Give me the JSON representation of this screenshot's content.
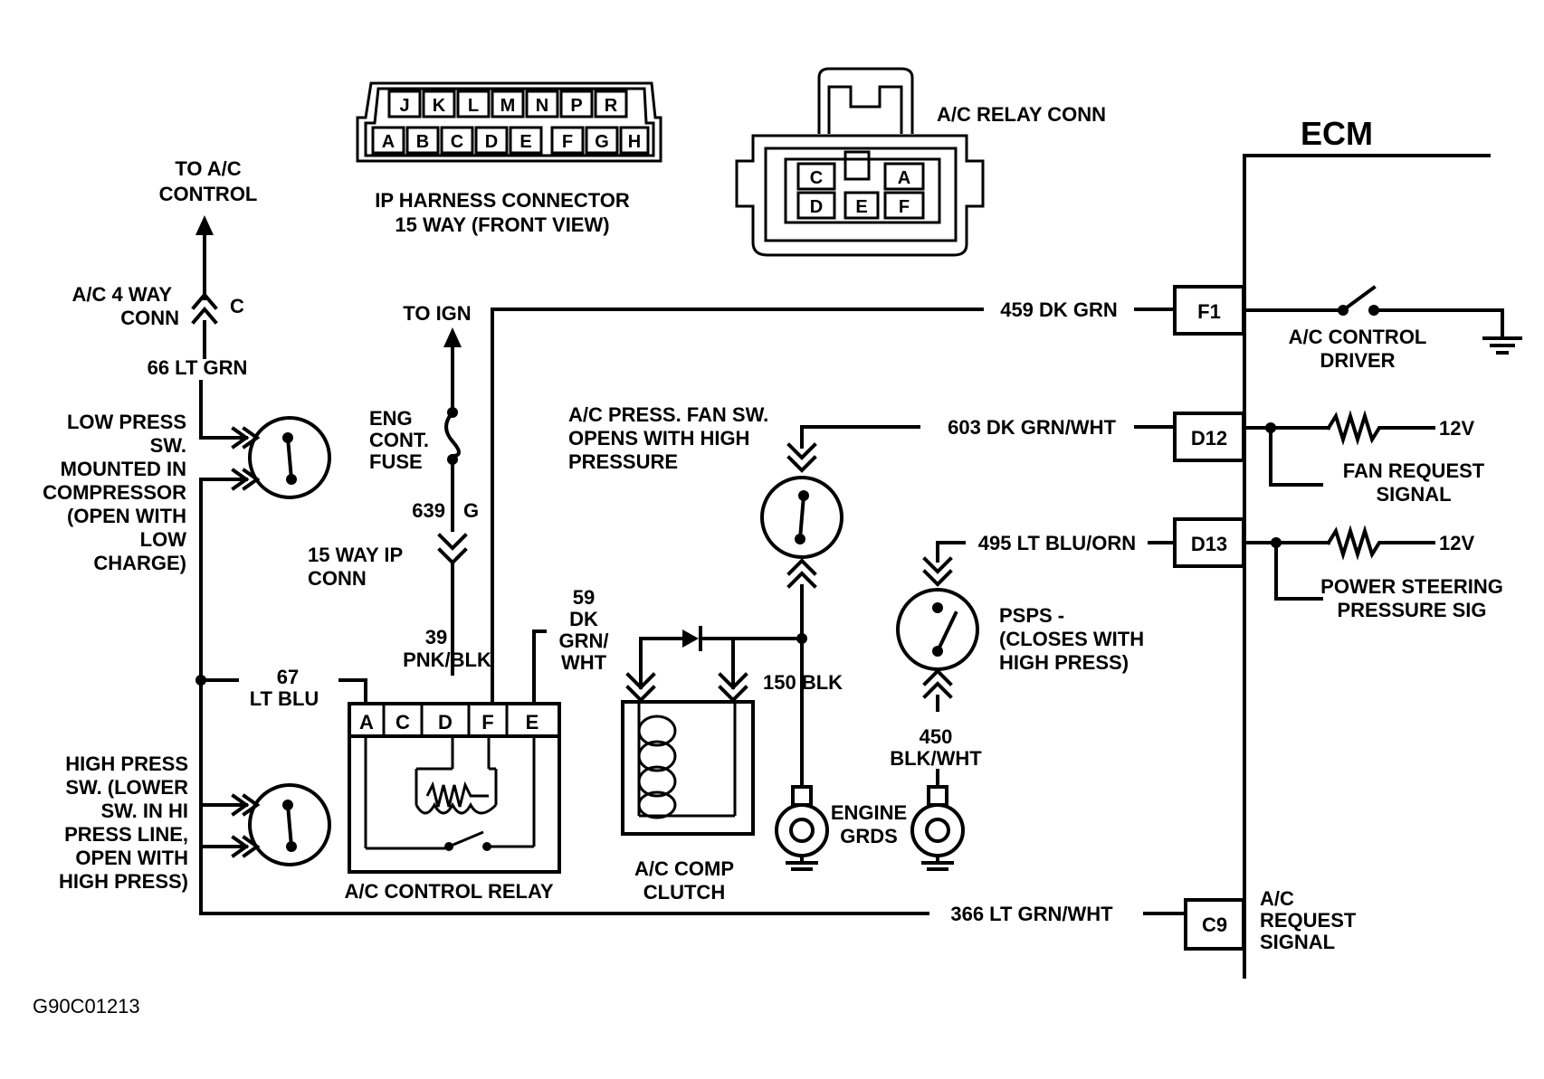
{
  "labels": {
    "ecm": "ECM",
    "to_ac_control": [
      "TO A/C",
      "CONTROL"
    ],
    "ac_4way_conn": [
      "A/C 4 WAY",
      "CONN"
    ],
    "conn_c": "C",
    "wire_66": "66 LT GRN",
    "low_press_sw": [
      "LOW PRESS",
      "SW.",
      "MOUNTED IN",
      "COMPRESSOR",
      "(OPEN WITH",
      "LOW",
      "CHARGE)"
    ],
    "high_press_sw": [
      "HIGH PRESS",
      "SW. (LOWER",
      "SW. IN HI",
      "PRESS LINE,",
      "OPEN WITH",
      "HIGH PRESS)"
    ],
    "to_ign": "TO IGN",
    "eng_cont_fuse": [
      "ENG",
      "CONT.",
      "FUSE"
    ],
    "wire_639": "639",
    "wire_639_color": "G",
    "way15_ip_conn": [
      "15 WAY IP",
      "CONN"
    ],
    "wire_39": [
      "39",
      "PNK/BLK"
    ],
    "wire_67": [
      "67",
      "LT BLU"
    ],
    "wire_59": [
      "59",
      "DK",
      "GRN/",
      "WHT"
    ],
    "relay_pins": [
      "A",
      "C",
      "D",
      "F",
      "E"
    ],
    "ac_control_relay": "A/C CONTROL RELAY",
    "ac_comp_clutch": [
      "A/C COMP",
      "CLUTCH"
    ],
    "ac_press_fan_sw": [
      "A/C PRESS. FAN SW.",
      "OPENS WITH HIGH",
      "PRESSURE"
    ],
    "wire_150": "150 BLK",
    "engine_grds": [
      "ENGINE",
      "GRDS"
    ],
    "psps": [
      "PSPS -",
      "(CLOSES WITH",
      "HIGH PRESS)"
    ],
    "wire_450": [
      "450",
      "BLK/WHT"
    ],
    "wire_459": "459 DK GRN",
    "wire_603": "603 DK GRN/WHT",
    "wire_495": "495 LT BLU/ORN",
    "wire_366": "366 LT GRN/WHT",
    "pin_f1": "F1",
    "pin_d12": "D12",
    "pin_d13": "D13",
    "pin_c9": "C9",
    "ac_control_driver": [
      "A/C CONTROL",
      "DRIVER"
    ],
    "fan_request_signal": [
      "FAN  REQUEST",
      "SIGNAL"
    ],
    "power_steering_sig": [
      "POWER STEERING",
      "PRESSURE SIG"
    ],
    "v12_a": "12V",
    "v12_b": "12V",
    "ac_request_signal": [
      "A/C",
      "REQUEST",
      "SIGNAL"
    ],
    "ip_harness_connector": [
      "IP HARNESS CONNECTOR",
      "15 WAY (FRONT VIEW)"
    ],
    "ip_top_pins": [
      "J",
      "K",
      "L",
      "M",
      "N",
      "P",
      "R"
    ],
    "ip_bottom_pins": [
      "A",
      "B",
      "C",
      "D",
      "E",
      "F",
      "G",
      "H"
    ],
    "ac_relay_conn": "A/C RELAY CONN",
    "relay_conn_pins": [
      "C",
      "A",
      "D",
      "E",
      "F"
    ],
    "figure_code": "G90C01213"
  }
}
